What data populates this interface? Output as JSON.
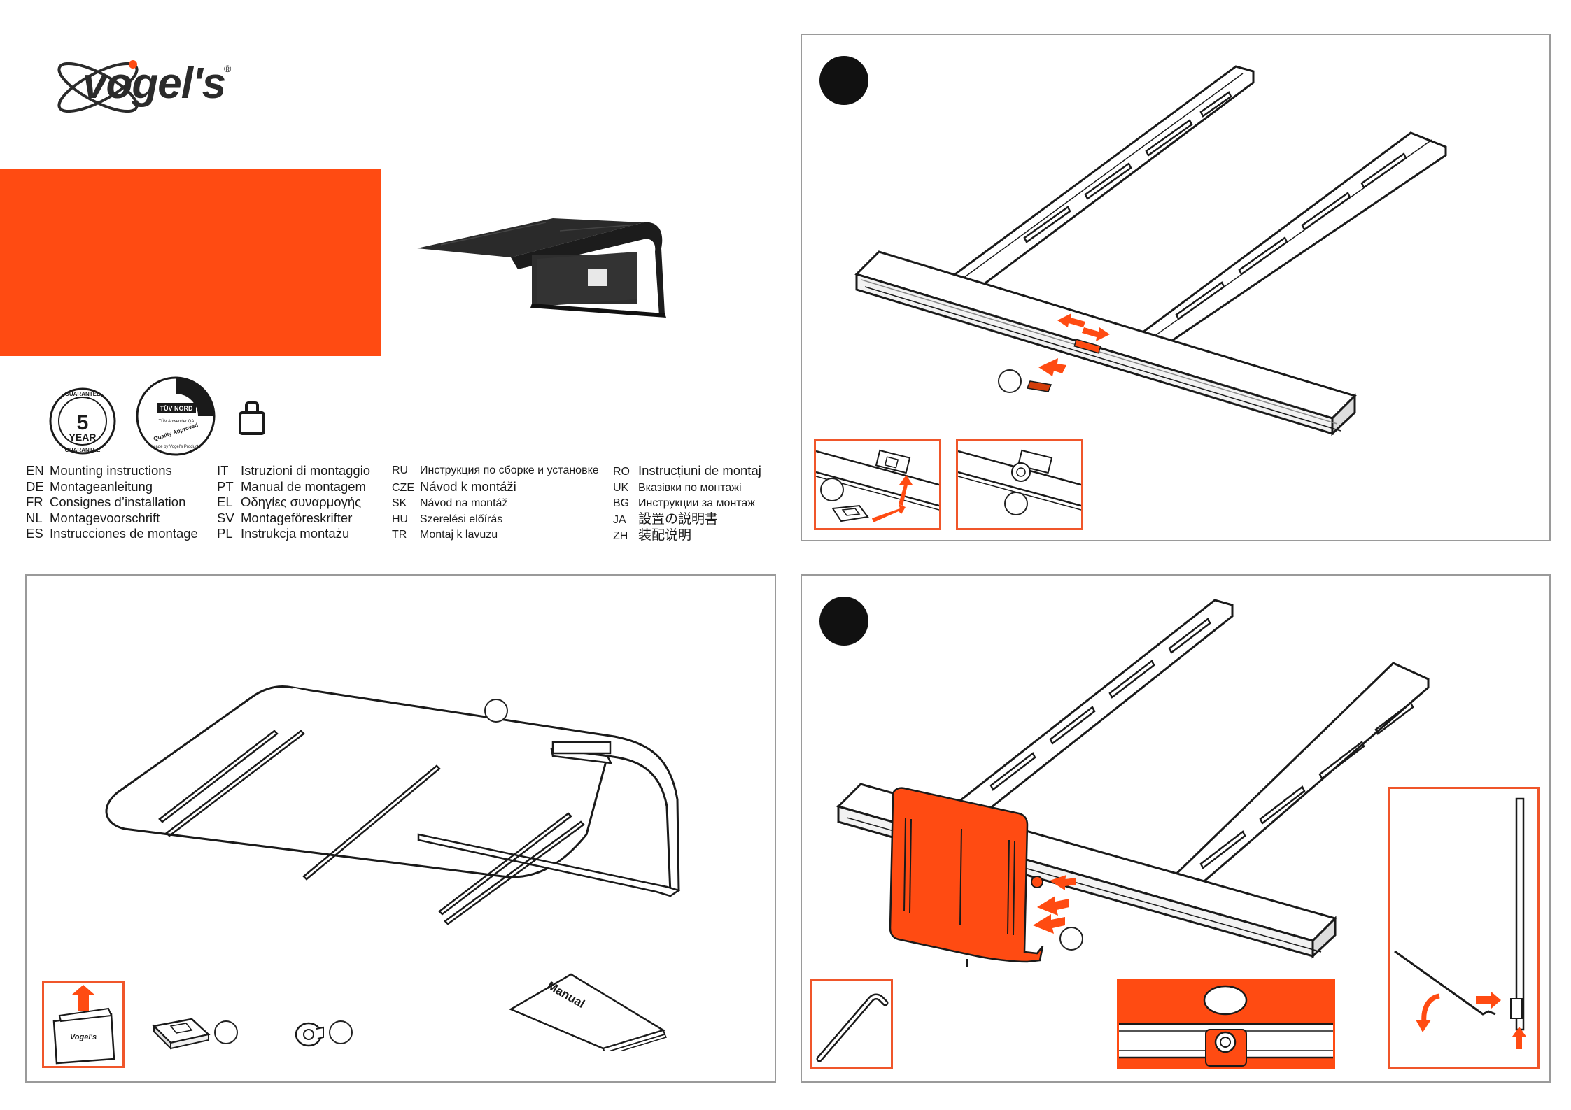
{
  "brand": {
    "name": "vogel's",
    "registered": "®"
  },
  "badges": {
    "guarantee_top": "GUARANTEE",
    "guarantee_number": "5",
    "guarantee_unit": "YEAR",
    "guarantee_bottom": "GUARANTEE",
    "tuv_title": "TÜV NORD",
    "tuv_line": "TÜV Anwender QA",
    "tuv_quality": "Quality Approved",
    "tuv_bottom": "Made by Vogel's Products"
  },
  "languages": {
    "col1": [
      {
        "code": "EN",
        "name": "Mounting instructions"
      },
      {
        "code": "DE",
        "name": "Montageanleitung"
      },
      {
        "code": "FR",
        "name": "Consignes d’installation"
      },
      {
        "code": "NL",
        "name": "Montagevoorschrift"
      },
      {
        "code": "ES",
        "name": "Instrucciones de montage"
      }
    ],
    "col2": [
      {
        "code": "IT",
        "name": "Istruzioni di montaggio"
      },
      {
        "code": "PT",
        "name": "Manual de montagem"
      },
      {
        "code": "EL",
        "name": "Οδηγίες συναρμογής"
      },
      {
        "code": "SV",
        "name": "Montageföreskrifter"
      },
      {
        "code": "PL",
        "name": "Instrukcja montażu"
      }
    ],
    "col3": [
      {
        "code": "RU",
        "name": "Инструкция по сборке и установке"
      },
      {
        "code": "CZE",
        "name": "Návod k montáži"
      },
      {
        "code": "SK",
        "name": "Návod na montáž"
      },
      {
        "code": "HU",
        "name": "Szerelési előírás"
      },
      {
        "code": "TR",
        "name": "Montaj k  lavuzu"
      }
    ],
    "col4": [
      {
        "code": "RO",
        "name": "Instrucțiuni de montaj"
      },
      {
        "code": "UK",
        "name": "Вказівки по монтажі"
      },
      {
        "code": "BG",
        "name": "Инструкции за монтаж"
      },
      {
        "code": "JA",
        "name": "設置の説明書"
      },
      {
        "code": "ZH",
        "name": "装配说明"
      }
    ]
  },
  "parts_panel": {
    "manual_label": "Manual",
    "box_label": "Vogel's"
  },
  "colors": {
    "accent": "#ff4b12",
    "panel_border": "#9a9a9a",
    "inset_border": "#f0562a",
    "product": "#2a2a2a"
  }
}
